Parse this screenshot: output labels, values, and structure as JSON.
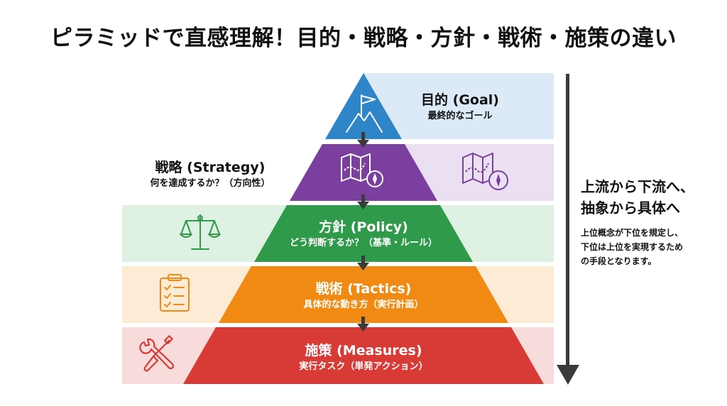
{
  "title": "ピラミッドで直感理解！目的・戦略・方針・戦術・施策の違い",
  "levels": [
    {
      "heading": "目的 (Goal)",
      "subtitle": "最終的なゴール",
      "color": "#2e86c9",
      "band_color": "#dbeaf6",
      "icon": "summit-flag-icon"
    },
    {
      "heading": "戦略 (Strategy)",
      "subtitle": "何を達成するか？（方向性）",
      "color": "#7b3fa0",
      "band_color": "#eae0f2",
      "icon": "map-compass-icon"
    },
    {
      "heading": "方針 (Policy)",
      "subtitle": "どう判断するか？（基準・ルール）",
      "color": "#2f9a4a",
      "band_color": "#dff1e2",
      "icon": "scales-icon"
    },
    {
      "heading": "戦術 (Tactics)",
      "subtitle": "具体的な動き方（実行計画）",
      "color": "#f08a12",
      "band_color": "#fdebd5",
      "icon": "clipboard-checklist-icon"
    },
    {
      "heading": "施策 (Measures)",
      "subtitle": "実行タスク（単発アクション）",
      "color": "#d83a35",
      "band_color": "#f7dcdb",
      "icon": "wrench-screwdriver-icon"
    }
  ],
  "flow": {
    "title_line1": "上流から下流へ、",
    "title_line2": "抽象から具体へ",
    "desc_line1": "上位概念が下位を規定し、",
    "desc_line2": "下位は上位を実現するため",
    "desc_line3": "の手段となります。"
  }
}
